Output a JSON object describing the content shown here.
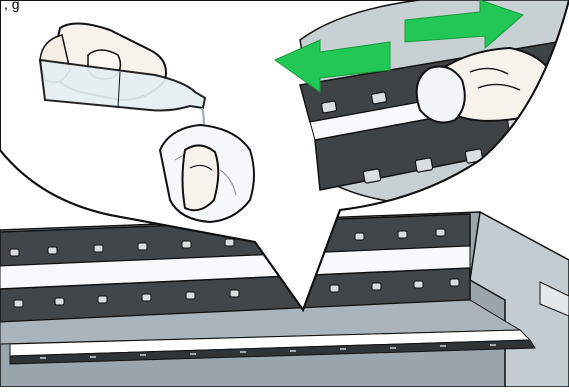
{
  "caption_fragment": ", g",
  "illustration": {
    "subject": "printer-platen-cleaning",
    "steps": [
      "wet-cloth-with-liquid",
      "wipe-glass-plate"
    ],
    "arrow_direction": "left",
    "colors": {
      "arrow": "#22c855",
      "arrow_dark": "#159a3a",
      "platen_dark": "#3e4446",
      "platen_gray": "#8c979d",
      "platen_light": "#c4ccd0",
      "glass_band": "#f8f9fb",
      "pad": "#d9dee2",
      "skin": "#f7f2ec",
      "outline": "#111111",
      "background": "#ffffff"
    }
  }
}
